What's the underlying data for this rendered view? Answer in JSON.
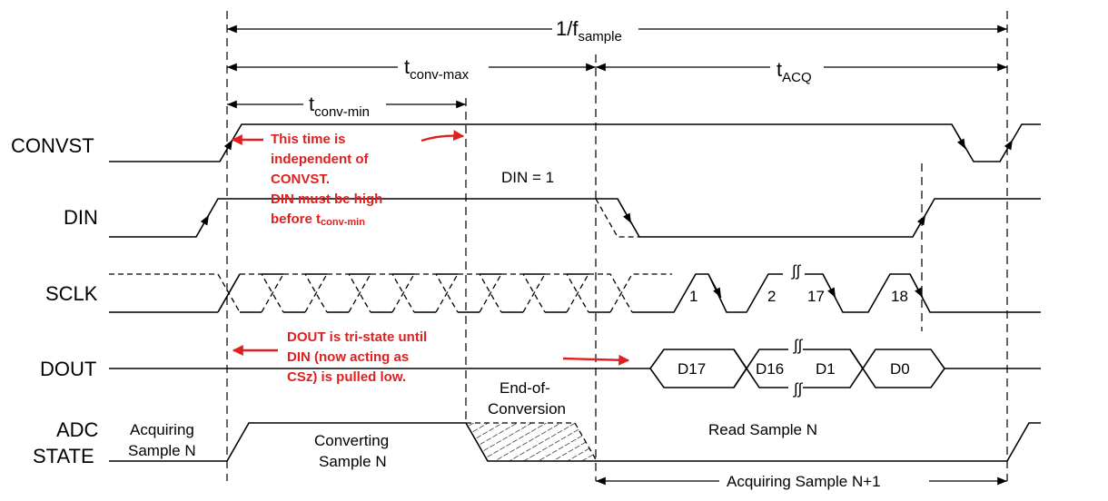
{
  "signals": {
    "convst": "CONVST",
    "din": "DIN",
    "sclk": "SCLK",
    "dout": "DOUT",
    "adc_state_line1": "ADC",
    "adc_state_line2": "STATE"
  },
  "timing": {
    "period_main": "1/f",
    "period_sub": "sample",
    "tconv_max_main": "t",
    "tconv_max_sub": "conv-max",
    "tconv_min_main": "t",
    "tconv_min_sub": "conv-min",
    "tacq_main": "t",
    "tacq_sub": "ACQ"
  },
  "labels": {
    "din_eq": "DIN = 1",
    "sclk_1": "1",
    "sclk_2": "2",
    "sclk_17": "17",
    "sclk_18": "18",
    "dout_d17": "D17",
    "dout_d16": "D16",
    "dout_d1": "D1",
    "dout_d0": "D0",
    "state_acq_n_1": "Acquiring",
    "state_acq_n_2": "Sample N",
    "state_conv_1": "Converting",
    "state_conv_2": "Sample N",
    "state_eoc_1": "End-of-",
    "state_eoc_2": "Conversion",
    "state_read": "Read Sample N",
    "state_acq_n1": "Acquiring Sample N+1"
  },
  "annotations": {
    "note1_line1": "This time is",
    "note1_line2": "independent of",
    "note1_line3": "CONVST.",
    "note1_line4": "DIN must be high",
    "note1_line5_main": "before t",
    "note1_line5_sub": "conv-min",
    "note2_line1": "DOUT is tri-state until",
    "note2_line2": "DIN (now acting as",
    "note2_line3": "CSz) is pulled low."
  },
  "colors": {
    "annotation": "#e02020",
    "waveform": "#000000",
    "background": "#ffffff"
  }
}
